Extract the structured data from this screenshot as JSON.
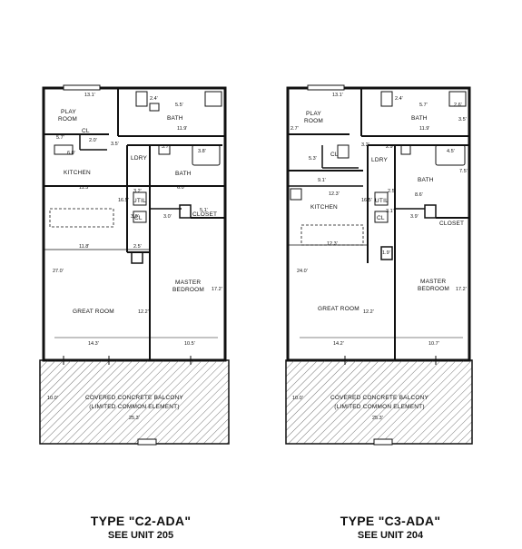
{
  "plans": [
    {
      "title": "TYPE \"C2-ADA\"",
      "subtitle": "SEE UNIT 205",
      "rooms": {
        "play_room": [
          "PLAY",
          "ROOM"
        ],
        "bath_top": "BATH",
        "cl": "CL",
        "kitchen": "KITCHEN",
        "ldry": "LDRY",
        "bath_mid": "BATH",
        "util": "UTIL",
        "cl2": "CL",
        "closet": "CLOSET",
        "master": [
          "MASTER",
          "BEDROOM"
        ],
        "great_room": "GREAT ROOM",
        "balcony": [
          "COVERED CONCRETE BALCONY",
          "(LIMITED COMMON ELEMENT)"
        ]
      },
      "dims": {
        "top": "13.1'",
        "bath_w": "5.5'",
        "bath_d": "11.9'",
        "a24": "2.4'",
        "a55": "5.5'",
        "a57": "5.7'",
        "a20": "2.0'",
        "a35": "3.5'",
        "a60": "6.0'",
        "a37": "3.7'",
        "a38": "3.8'",
        "a115": "11.5'",
        "a60b": "6.0'",
        "a32": "3.2'",
        "a165": "16.5'",
        "a39": "3.9'",
        "a30": "3.0'",
        "a51": "5.1'",
        "a118": "11.8'",
        "a25": "2.5'",
        "a270": "27.0'",
        "a172": "17.2'",
        "a122": "12.2'",
        "a143": "14.3'",
        "a105": "10.5'",
        "a100": "10.0'",
        "a253": "25.3'"
      }
    },
    {
      "title": "TYPE \"C3-ADA\"",
      "subtitle": "SEE UNIT 204",
      "rooms": {
        "play_room": [
          "PLAY",
          "ROOM"
        ],
        "bath_top": "BATH",
        "cl": "CL",
        "ldry": "LDRY",
        "bath_mid": "BATH",
        "kitchen": "KITCHEN",
        "util": "UTIL",
        "cl2": "CL",
        "closet": "CLOSET",
        "master": [
          "MASTER",
          "BEDROOM"
        ],
        "great_room": "GREAT ROOM",
        "balcony": [
          "COVERED CONCRETE BALCONY",
          "(LIMITED COMMON ELEMENT)"
        ]
      },
      "dims": {
        "top": "13.1'",
        "a24": "2.4'",
        "a57": "5.7'",
        "a26": "2.6'",
        "a119": "11.9'",
        "a35": "3.5'",
        "a27": "2.7'",
        "a53": "5.3'",
        "a32": "3.2'",
        "a29": "2.9'",
        "a45": "4.5'",
        "a75": "7.5'",
        "a91": "9.1'",
        "a123": "12.3'",
        "a165": "16.5'",
        "a86": "8.6'",
        "a25": "2.5'",
        "a31": "3.1'",
        "a39": "3.9'",
        "a123b": "12.3'",
        "a19": "1.9'",
        "a240": "24.0'",
        "a172": "17.2'",
        "a122": "12.2'",
        "a142": "14.2'",
        "a107": "10.7'",
        "a100": "10.0'",
        "a253": "25.3'"
      }
    }
  ]
}
